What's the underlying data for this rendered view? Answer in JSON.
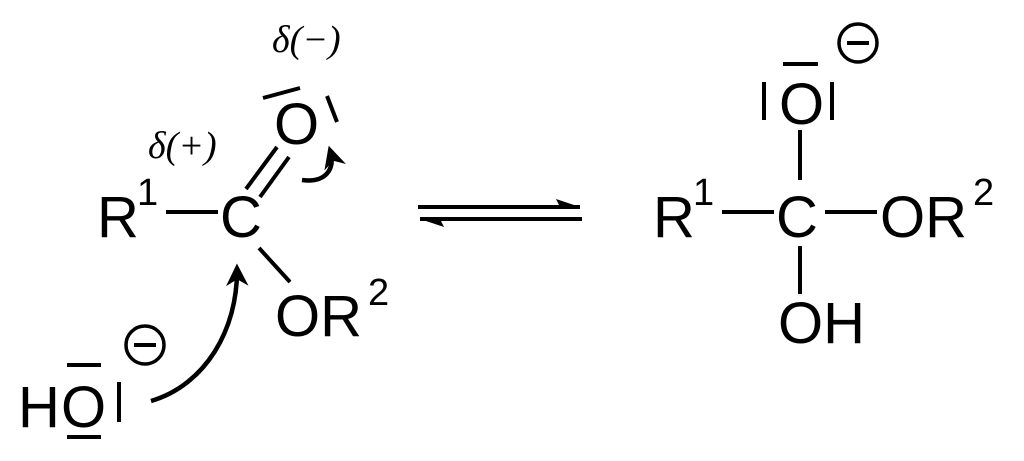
{
  "reactant": {
    "r1": "R",
    "r1_sup": "1",
    "carbon": "C",
    "carbonyl_oxygen": "O",
    "ester_group": "OR",
    "r2_sup": "2",
    "partial_positive": "δ(+)",
    "partial_negative": "δ(−)"
  },
  "nucleophile": {
    "h": "H",
    "o": "O"
  },
  "product": {
    "r1": "R",
    "r1_sup": "1",
    "carbon": "C",
    "alkoxide_oxygen": "O",
    "ester_group": "OR",
    "r2_sup": "2",
    "hydroxyl": "OH"
  },
  "equilibrium": "⇌"
}
